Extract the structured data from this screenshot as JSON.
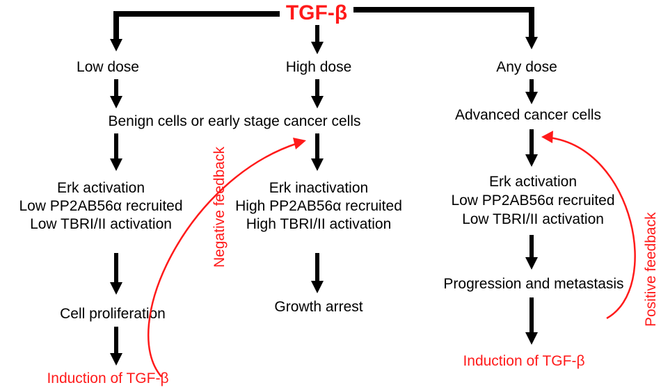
{
  "title": "TGF-β",
  "colors": {
    "accent": "#ff1a1a",
    "line": "#000000"
  },
  "branches": {
    "left": {
      "dose": "Low dose"
    },
    "middle": {
      "dose": "High dose"
    },
    "right": {
      "dose": "Any dose"
    }
  },
  "cells": {
    "benign": "Benign cells or early stage cancer cells",
    "advanced": "Advanced cancer cells"
  },
  "effects": {
    "left": [
      "Erk activation",
      "Low PP2AB56α recruited",
      "Low TBRI/II activation"
    ],
    "middle": [
      "Erk inactivation",
      "High PP2AB56α recruited",
      "High TBRI/II activation"
    ],
    "right": [
      "Erk activation",
      "Low PP2AB56α recruited",
      "Low TBRI/II activation"
    ]
  },
  "outcomes": {
    "left": "Cell proliferation",
    "middle": "Growth arrest",
    "right": "Progression and metastasis"
  },
  "induction": {
    "left": "Induction of TGF-β",
    "right": "Induction of TGF-β"
  },
  "feedback": {
    "negative": "Negative feedback",
    "positive": "Positive feedback"
  }
}
